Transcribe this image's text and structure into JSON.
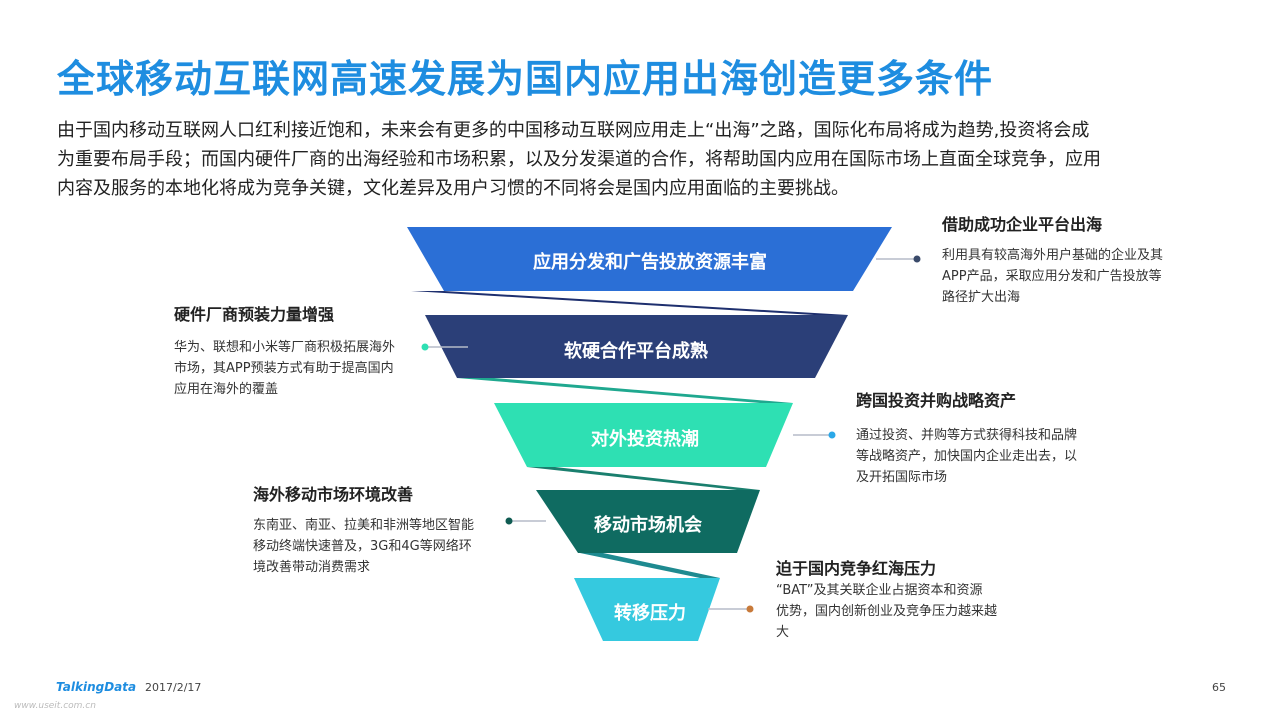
{
  "title": "全球移动互联网高速发展为国内应用出海创造更多条件",
  "intro": [
    "由于国内移动互联网人口红利接近饱和，未来会有更多的中国移动互联网应用走上“出海”之路，国际化布局将成为趋势,投资将会成",
    "为重要布局手段；而国内硬件厂商的出海经验和市场积累，以及分发渠道的合作，将帮助国内应用在国际市场上直面全球竞争，应用",
    "内容及服务的本地化将成为竞争关键，文化差异及用户习惯的不同将会是国内应用面临的主要挑战。"
  ],
  "funnel": {
    "bands": [
      {
        "label": "应用分发和广告投放资源丰富",
        "color": "#2B6FD6"
      },
      {
        "label": "软硬合作平台成熟",
        "color": "#2B3F78"
      },
      {
        "label": "对外投资热潮",
        "color": "#2EE0B3"
      },
      {
        "label": "移动市场机会",
        "color": "#0F6B61"
      },
      {
        "label": "转移压力",
        "color": "#35C9DF"
      }
    ],
    "connector_colors": [
      "#1E2F6E",
      "#1FA88F",
      "#1A7F6E",
      "#1E8A90"
    ]
  },
  "notes": [
    {
      "title": "借助成功企业平台出海",
      "lines": [
        "利用具有较高海外用户基础的企业及其",
        "APP产品，采取应用分发和广告投放等",
        "路径扩大出海"
      ],
      "dot_color": "#3A4A6A"
    },
    {
      "title": "硬件厂商预装力量增强",
      "lines": [
        "华为、联想和小米等厂商积极拓展海外",
        "市场，其APP预装方式有助于提高国内",
        "应用在海外的覆盖"
      ],
      "dot_color": "#2EE0B3"
    },
    {
      "title": "跨国投资并购战略资产",
      "lines": [
        "通过投资、并购等方式获得科技和品牌",
        "等战略资产，加快国内企业走出去，以",
        "及开拓国际市场"
      ],
      "dot_color": "#2AA8E8"
    },
    {
      "title": "海外移动市场环境改善",
      "lines": [
        "东南亚、南亚、拉美和非洲等地区智能",
        "移动终端快速普及，3G和4G等网络环",
        "境改善带动消费需求"
      ],
      "dot_color": "#0F5B52"
    },
    {
      "title": "迫于国内竞争红海压力",
      "lines": [
        "“BAT”及其关联企业占据资本和资源",
        "优势，国内创新创业及竞争压力越来越",
        "大"
      ],
      "dot_color": "#C87A3A"
    }
  ],
  "footer": {
    "logo": "TalkingData",
    "date": "2017/2/17",
    "page": "65",
    "watermark": "www.useit.com.cn"
  }
}
